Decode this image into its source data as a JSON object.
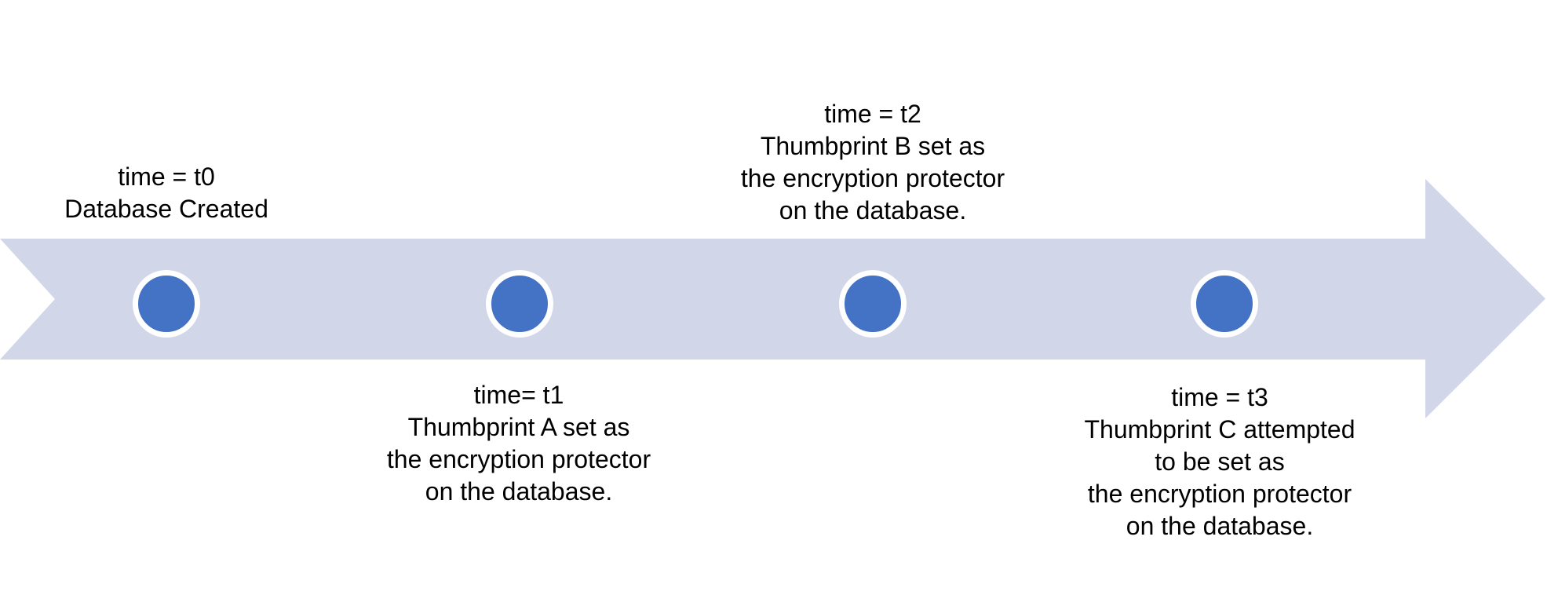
{
  "diagram": {
    "type": "timeline",
    "direction": "left-to-right",
    "events": [
      {
        "id": "t0",
        "label_position": "above",
        "lines": [
          "time = t0",
          "Database Created"
        ]
      },
      {
        "id": "t1",
        "label_position": "below",
        "lines": [
          "time= t1",
          "Thumbprint A set as",
          "the encryption protector",
          "on the database."
        ]
      },
      {
        "id": "t2",
        "label_position": "above",
        "lines": [
          "time = t2",
          "Thumbprint B set as",
          "the encryption protector",
          "on the database."
        ]
      },
      {
        "id": "t3",
        "label_position": "below",
        "lines": [
          "time = t3",
          "Thumbprint C attempted",
          "to be set as",
          "the encryption protector",
          "on the database."
        ]
      }
    ],
    "colors": {
      "arrow_band": "#D1D6E9",
      "dot_fill": "#4472C4",
      "dot_ring": "#FFFFFF",
      "background": "#FFFFFF",
      "text": "#000000"
    }
  }
}
